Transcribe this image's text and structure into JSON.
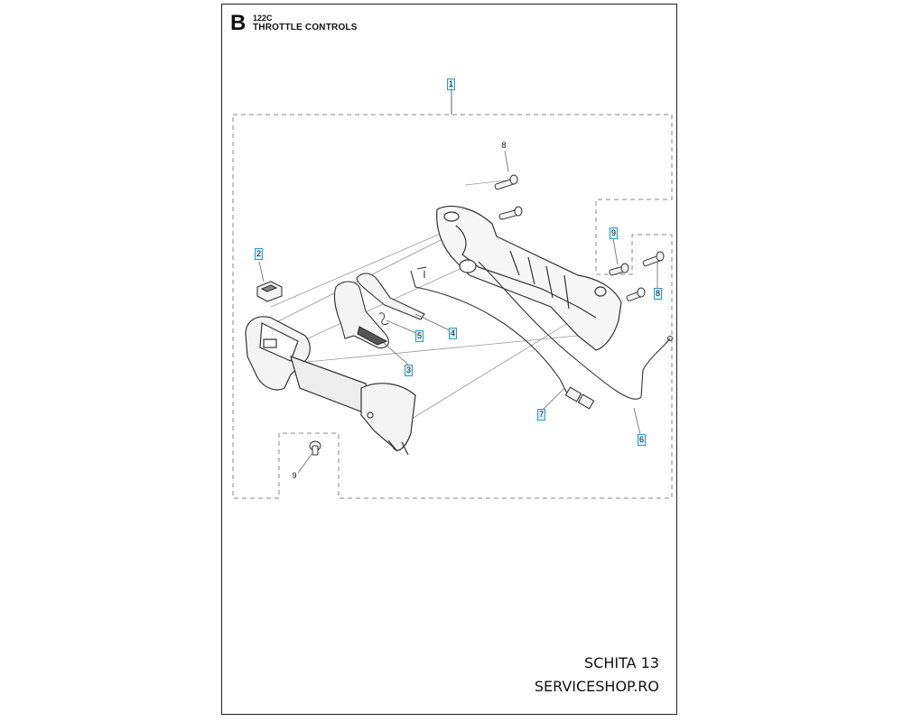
{
  "header": {
    "section_letter": "B",
    "model": "122C",
    "title": "THROTTLE CONTROLS"
  },
  "footer": {
    "line1": "SCHITA 13",
    "line2": "SERVICESHOP.RO"
  },
  "callouts": [
    {
      "id": "c1",
      "label": "1",
      "boxed": true
    },
    {
      "id": "c2",
      "label": "2",
      "boxed": true
    },
    {
      "id": "c3",
      "label": "3",
      "boxed": true
    },
    {
      "id": "c4",
      "label": "4",
      "boxed": true
    },
    {
      "id": "c5",
      "label": "5",
      "boxed": true
    },
    {
      "id": "c6",
      "label": "6",
      "boxed": true
    },
    {
      "id": "c7",
      "label": "7",
      "boxed": true
    },
    {
      "id": "c8a",
      "label": "8",
      "boxed": false
    },
    {
      "id": "c8b",
      "label": "8",
      "boxed": true
    },
    {
      "id": "c9a",
      "label": "9",
      "boxed": true
    },
    {
      "id": "c9b",
      "label": "9",
      "boxed": false
    }
  ]
}
